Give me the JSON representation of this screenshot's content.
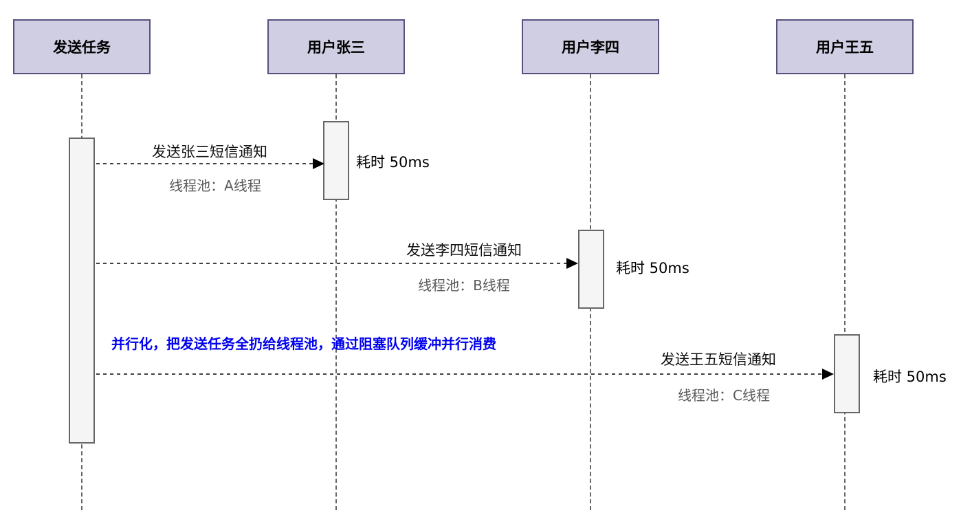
{
  "participants": [
    {
      "label": "发送任务"
    },
    {
      "label": "用户张三"
    },
    {
      "label": "用户李四"
    },
    {
      "label": "用户王五"
    }
  ],
  "messages": [
    {
      "label": "发送张三短信通知",
      "pool": "线程池：A线程",
      "cost": "耗时 50ms"
    },
    {
      "label": "发送李四短信通知",
      "pool": "线程池：B线程",
      "cost": "耗时 50ms"
    },
    {
      "label": "发送王五短信通知",
      "pool": "线程池：C线程",
      "cost": "耗时 50ms"
    }
  ],
  "note": "并行化，把发送任务全扔给线程池，通过阻塞队列缓冲并行消费",
  "colors": {
    "participant_fill": "#d0cee2",
    "participant_border": "#56517e",
    "note_text": "#0000ee",
    "activation_fill": "#f5f5f5"
  }
}
